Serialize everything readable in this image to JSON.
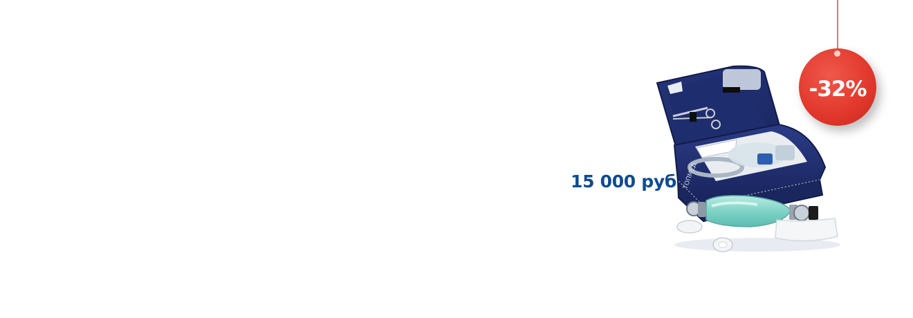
{
  "promo": {
    "price": "15 000 руб.",
    "discount": "-32%",
    "product_image": "resuscitation-kit-bag"
  },
  "colors": {
    "background": "#ffffff",
    "price_text": "#0f4b8f",
    "badge": "#e0372b",
    "badge_text": "#ffffff",
    "bag": "#1f2f6e"
  }
}
